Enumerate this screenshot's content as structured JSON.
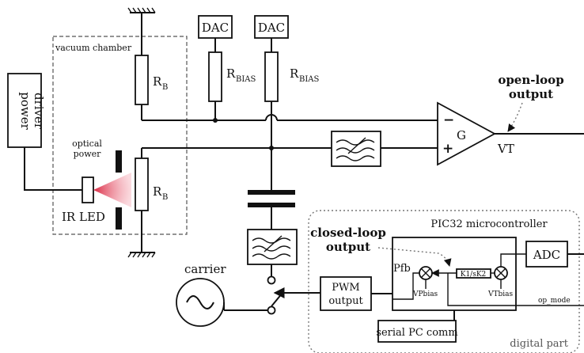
{
  "labels": {
    "dac_left": "DAC",
    "dac_right": "DAC",
    "vacuum_chamber": "vacuum chamber",
    "r_b_top": "R",
    "r_b_top_sub": "B",
    "r_bias_left": "R",
    "r_bias_left_sub": "BIAS",
    "r_bias_right": "R",
    "r_bias_right_sub": "BIAS",
    "r_b_bottom": "R",
    "r_b_bottom_sub": "B",
    "power_driver_line1": "power",
    "power_driver_line2": "driver",
    "optical_power_line1": "optical",
    "optical_power_line2": "power",
    "ir_led": "IR LED",
    "amp_minus": "−",
    "amp_plus": "+",
    "amp_gain": "G",
    "vt": "VT",
    "open_loop_line1": "open-loop",
    "open_loop_line2": "output",
    "carrier": "carrier",
    "pic32": "PIC32 microcontroller",
    "closed_loop_line1": "closed-loop",
    "closed_loop_line2": "output",
    "pfb": "Pfb",
    "vpbias": "VPbias",
    "k1sk2": "K1/sK2",
    "vtbias": "VTbias",
    "adc": "ADC",
    "pwm_line1": "PWM",
    "pwm_line2": "output",
    "op_mode": "op_mode",
    "serial_pc": "serial PC comm",
    "digital_part": "digital part"
  }
}
